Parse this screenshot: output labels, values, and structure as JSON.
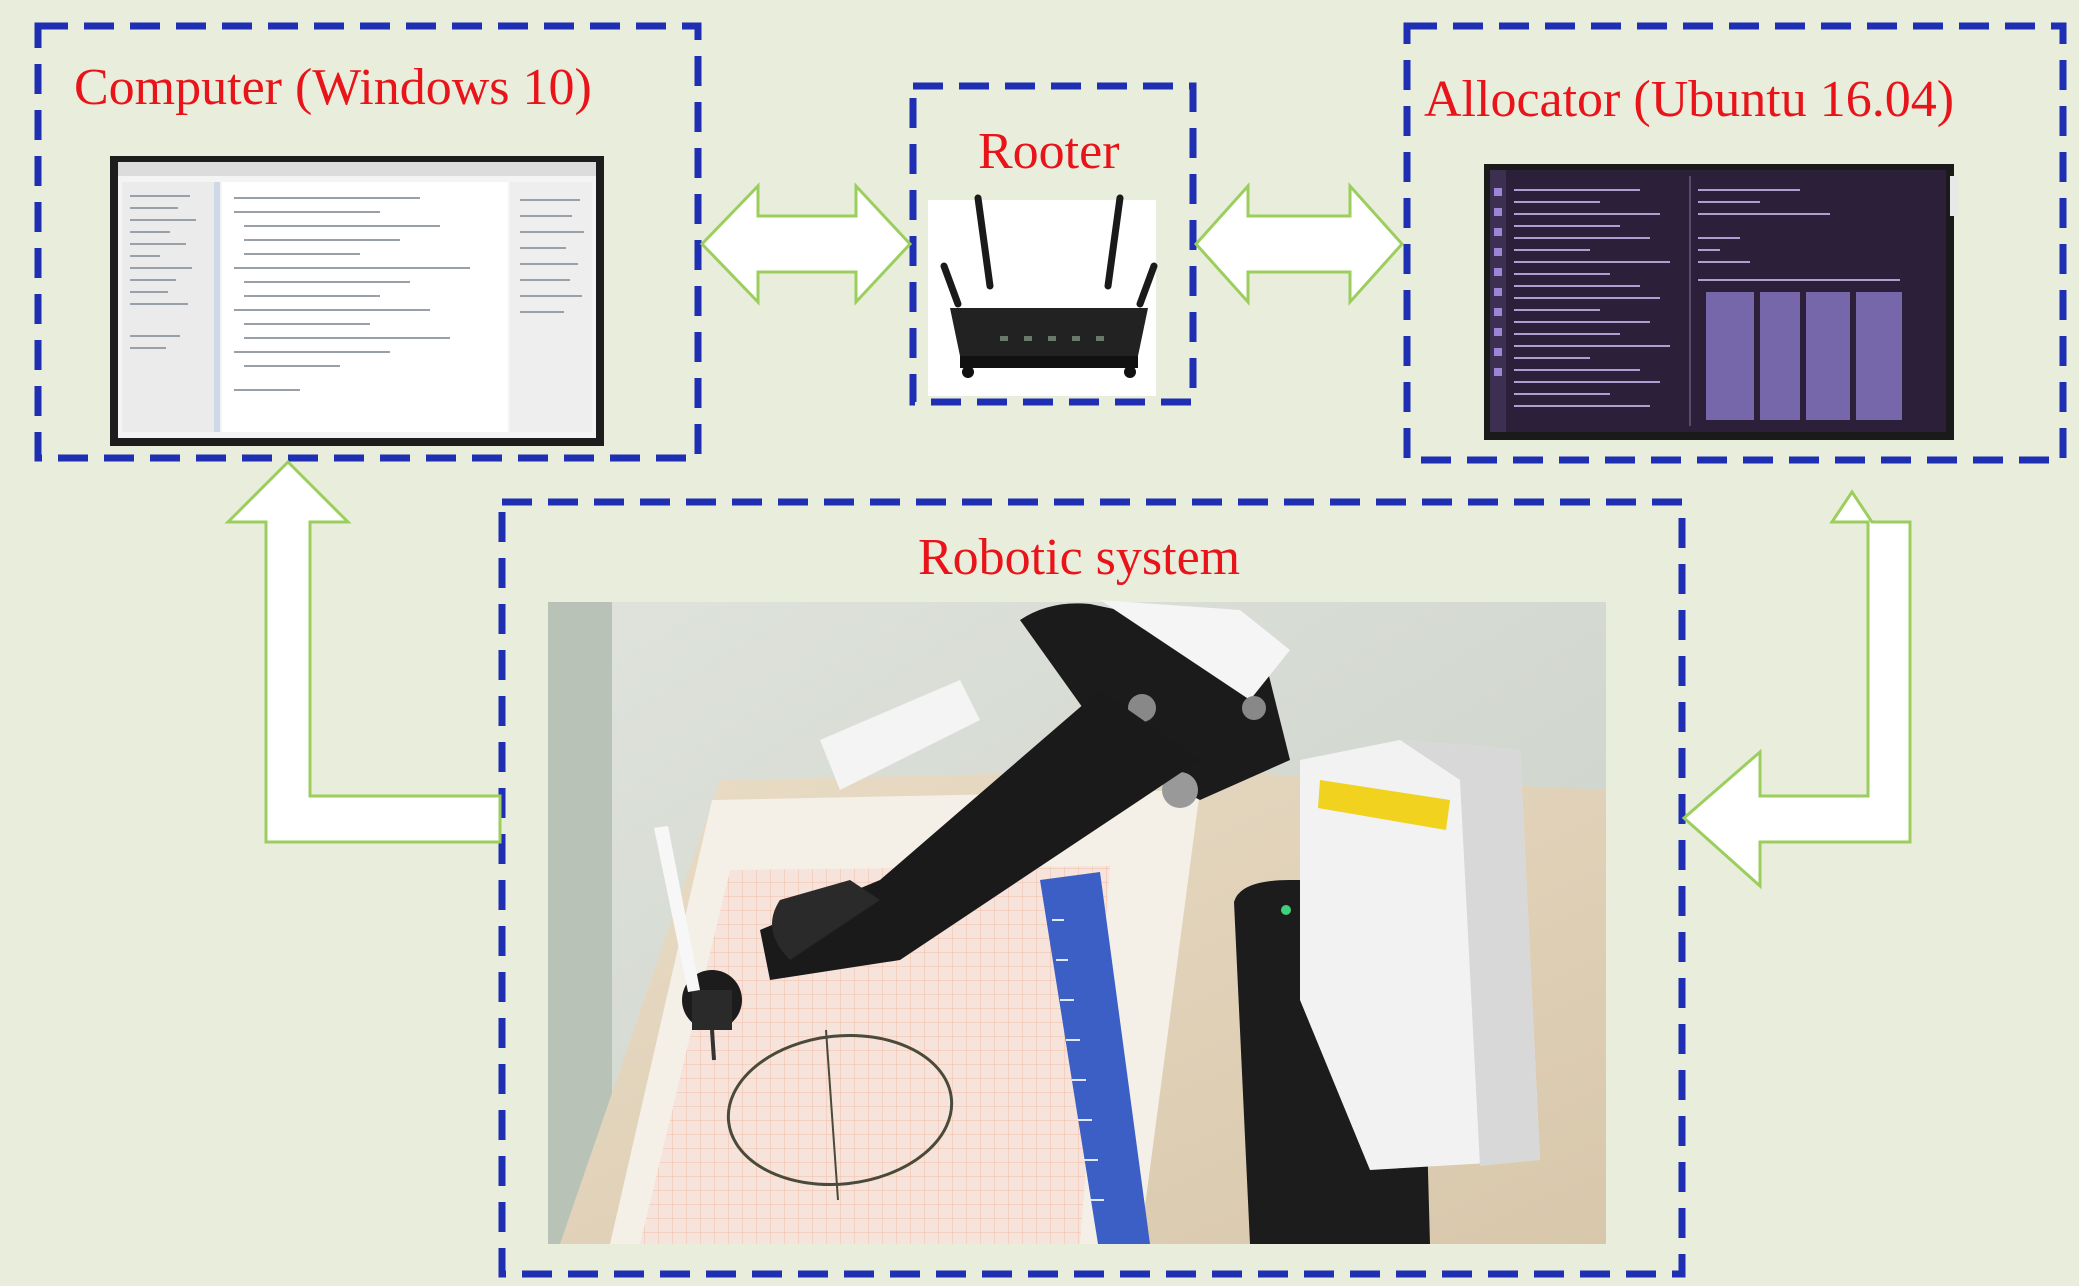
{
  "labels": {
    "computer": "Computer (Windows 10)",
    "rooter": "Rooter",
    "allocator": "Allocator (Ubuntu 16.04)",
    "robotic": "Robotic system"
  },
  "colors": {
    "background": "#e8eedb",
    "dashed_border": "#1e2fb4",
    "label_text": "#e8141a",
    "arrow_outline": "#9cce5e",
    "arrow_fill": "#ffffff"
  },
  "icons": {
    "computer": "monitor-screenshot",
    "rooter": "wifi-router-icon",
    "allocator": "terminal-screen",
    "robotic": "robot-arm-drawing-photo"
  }
}
